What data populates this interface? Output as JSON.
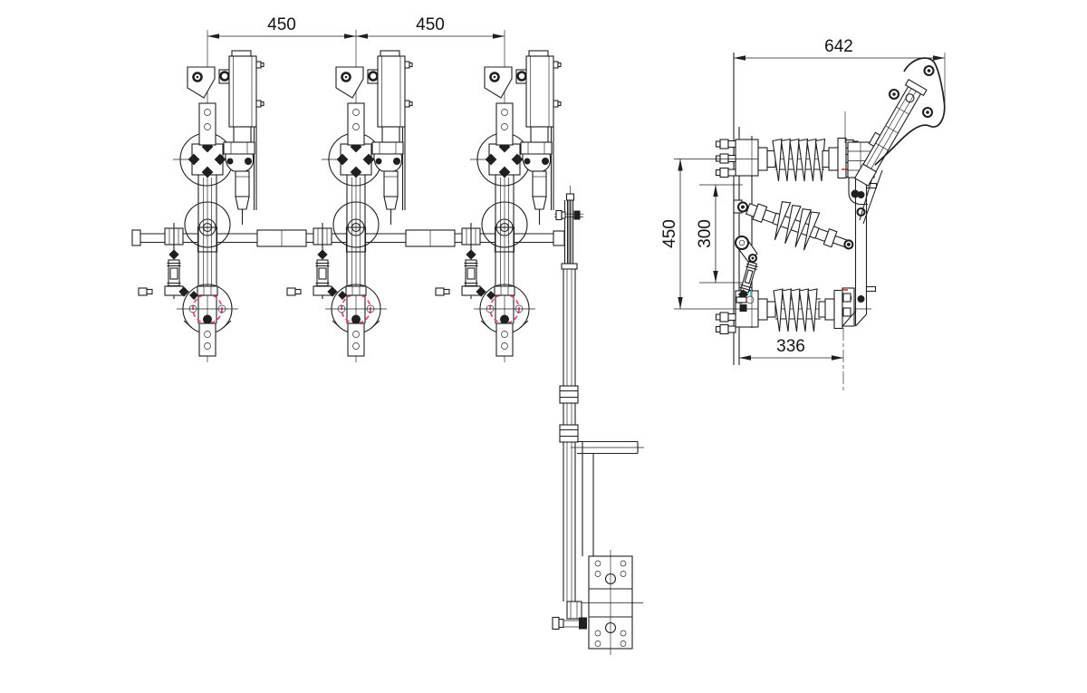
{
  "drawing": {
    "type": "engineering-outline-drawing",
    "subject": "three-pole disconnect switch, front and side elevations",
    "background_color": "#ffffff",
    "line_color": "#1f1f1f",
    "colors": {
      "bolt_circle_pink": "#ed3f84",
      "hidden_red": "#c23b2e",
      "hidden_cyan": "#3ab5cf",
      "lever_gray": "#9c9c9c"
    },
    "front_view": {
      "pole_count": 3,
      "dims": {
        "pole_pitch_left": "450",
        "pole_pitch_right": "450"
      }
    },
    "side_view": {
      "dims": {
        "horizontal_overall": "642",
        "vertical_outer": "450",
        "vertical_inner": "300",
        "horizontal_base": "336"
      }
    }
  }
}
